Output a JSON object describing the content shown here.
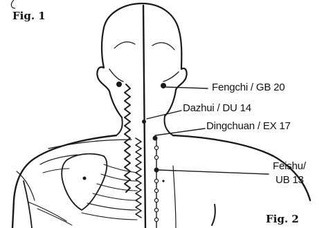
{
  "figures": {
    "fig1": "Fig. 1",
    "fig2": "Fig. 2"
  },
  "points": [
    {
      "id": "fengchi",
      "label": "Fengchi / GB 20"
    },
    {
      "id": "dazhui",
      "label": "Dazhui / DU 14"
    },
    {
      "id": "dingchuan",
      "label": "Dingchuan / EX 17"
    },
    {
      "id": "feishu",
      "label_line1": "Feishu/",
      "label_line2": "UB 13"
    }
  ]
}
